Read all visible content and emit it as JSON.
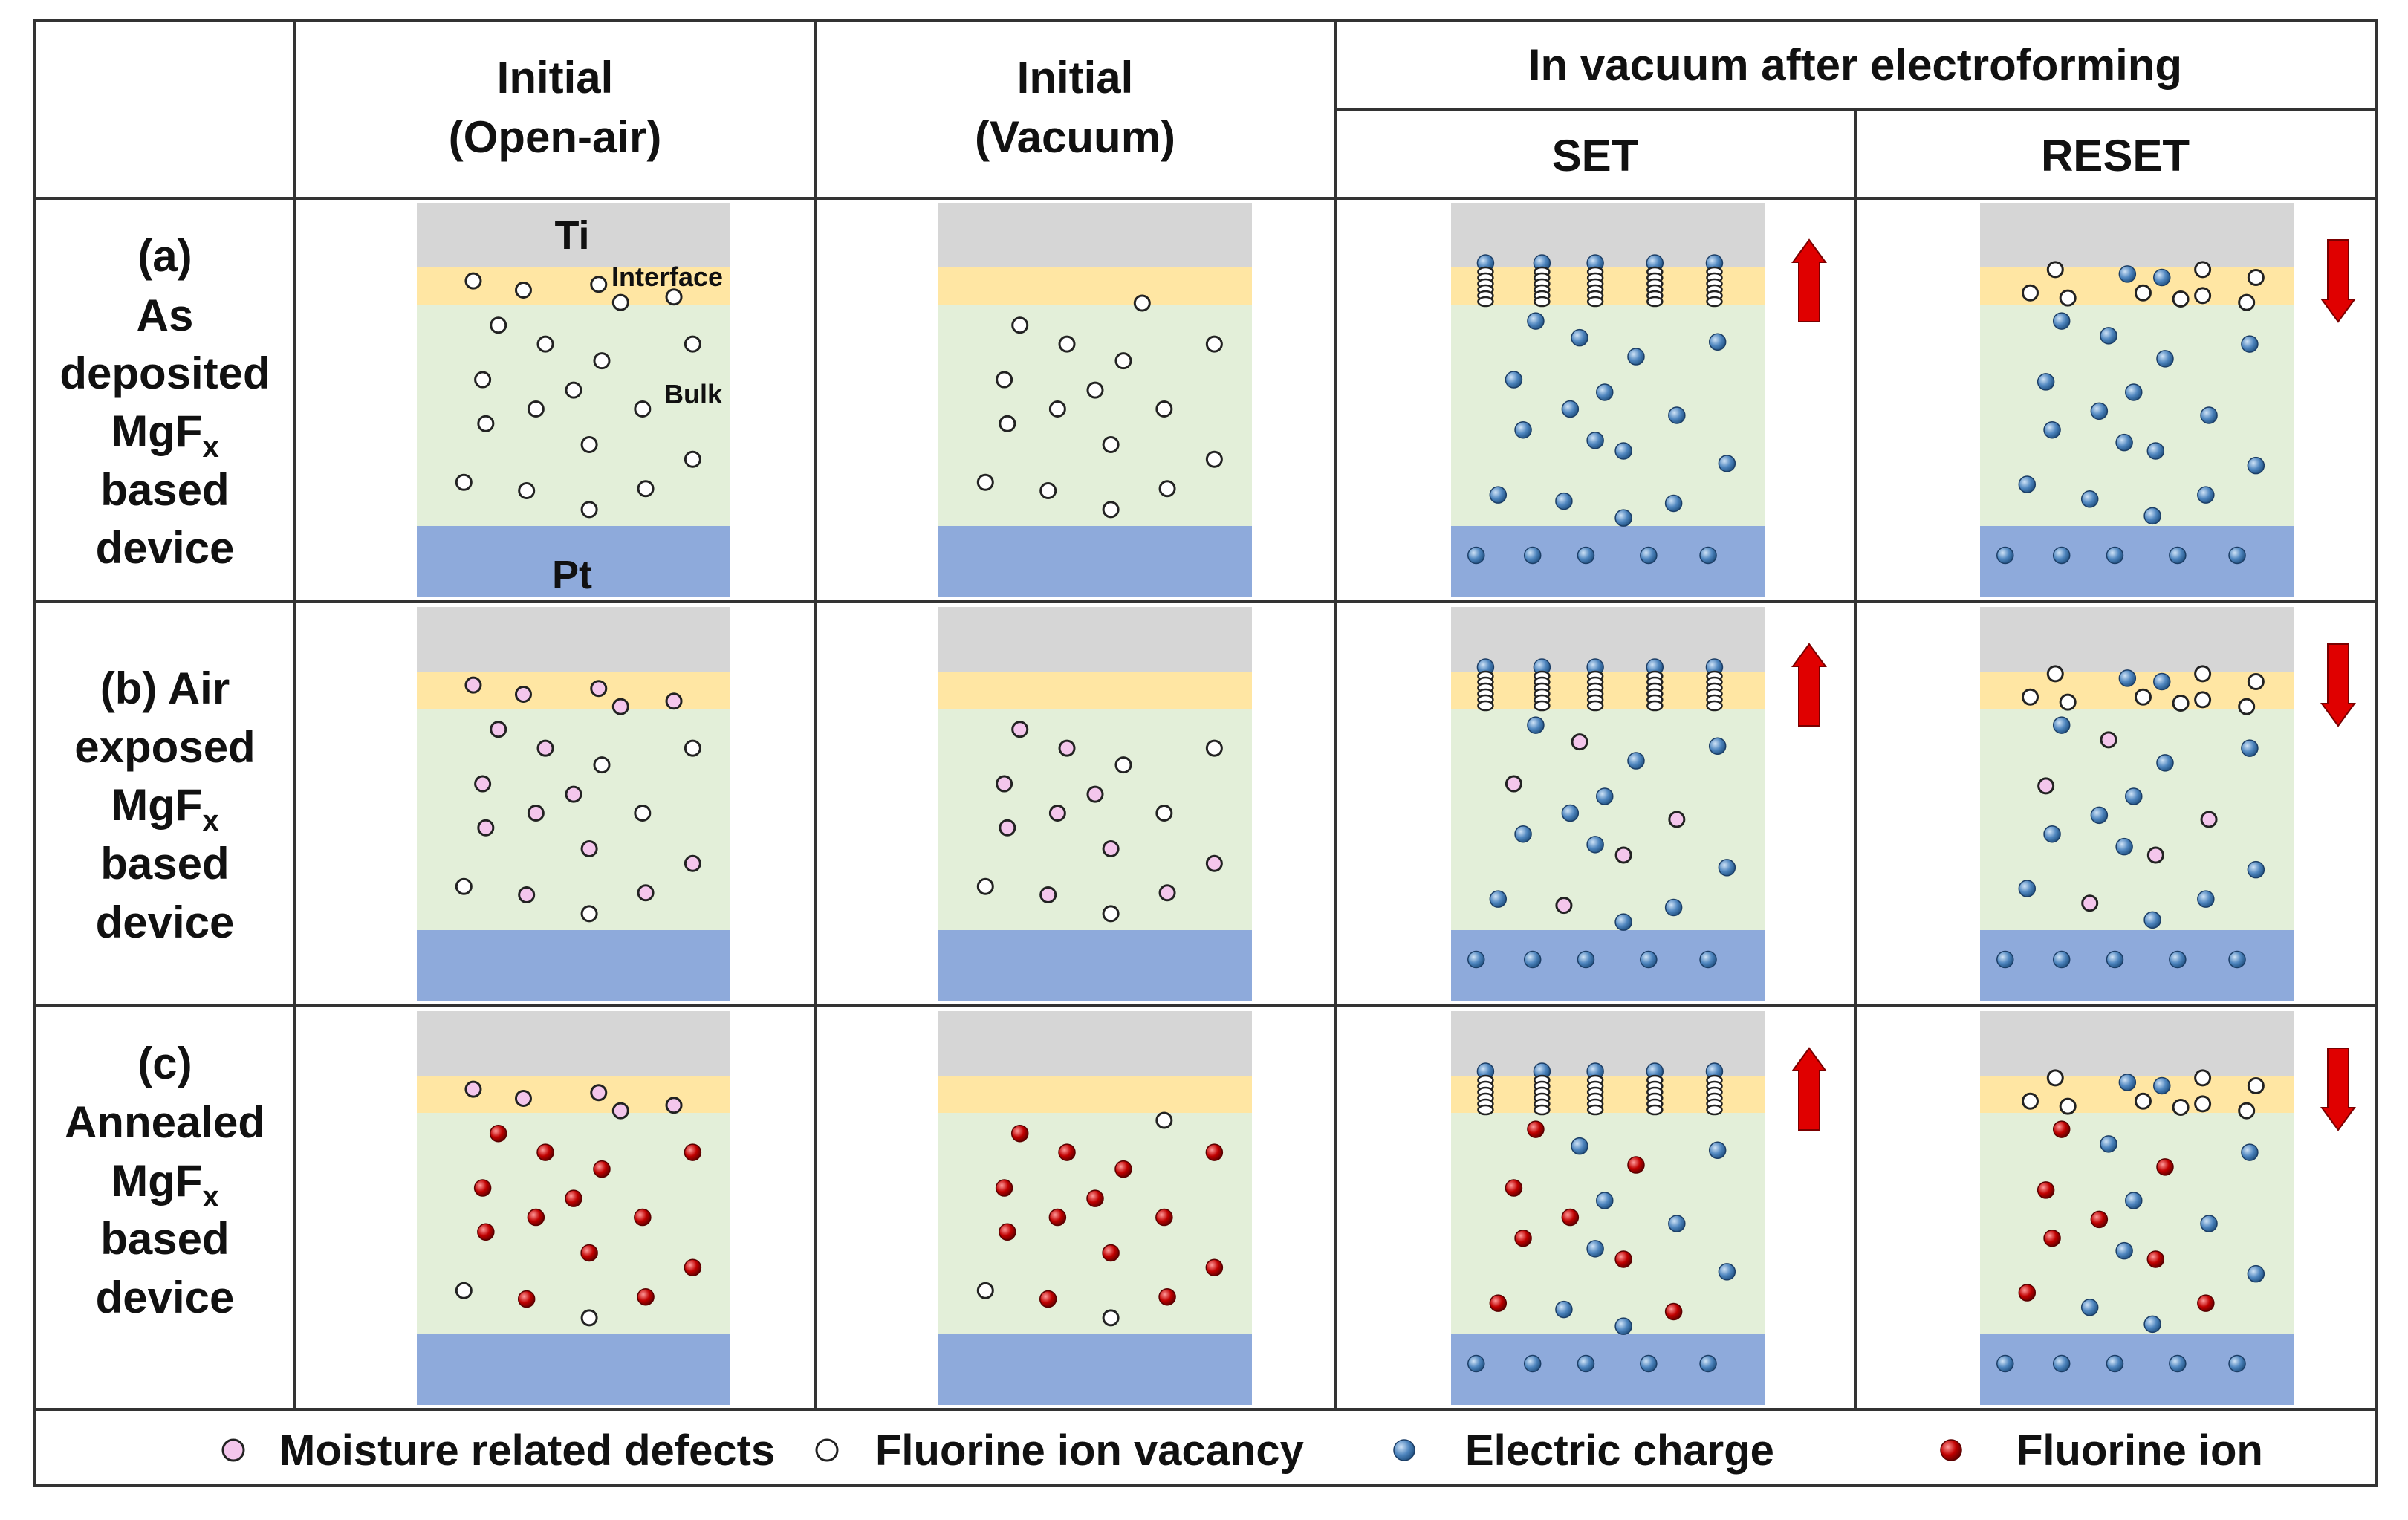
{
  "header": {
    "col1": [
      "Initial",
      "(Open-air)"
    ],
    "col2": [
      "Initial",
      "(Vacuum)"
    ],
    "group": "In vacuum after electroforming",
    "set": "SET",
    "reset": "RESET"
  },
  "rows": [
    {
      "id": "a",
      "label": [
        "(a)",
        "As",
        "deposited",
        "MgF",
        "based",
        "device"
      ],
      "subscript": "x"
    },
    {
      "id": "b",
      "label": [
        "(b) Air",
        "exposed",
        "MgF",
        "based",
        "device"
      ],
      "subscript": "x"
    },
    {
      "id": "c",
      "label": [
        "(c)",
        "Annealed",
        "MgF",
        "based",
        "device"
      ],
      "subscript": "x"
    }
  ],
  "panel_labels": {
    "top_electrode": "Ti",
    "interface": "Interface",
    "bulk": "Bulk",
    "bottom_electrode": "Pt"
  },
  "legend": {
    "moisture": "Moisture related defects",
    "vacancy": "Fluorine ion vacancy",
    "charge": "Electric charge",
    "ion": "Fluorine ion"
  },
  "colors": {
    "electrode_top": "#d6d6d6",
    "interface": "#ffe6a3",
    "bulk": "#e3efd9",
    "electrode_bottom": "#8eaadb",
    "moisture": "#f4c6ec",
    "vacancy": "#ffffff",
    "charge": "#4f86bf",
    "ion": "#c00000",
    "arrow": "#e00000"
  },
  "arrows": {
    "set": "up",
    "reset": "down"
  }
}
